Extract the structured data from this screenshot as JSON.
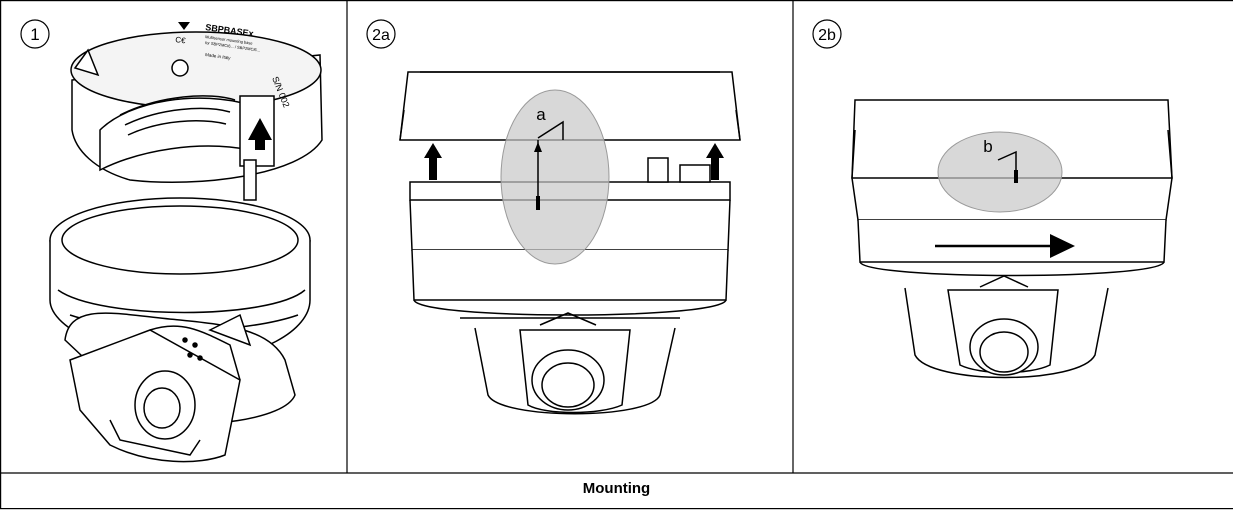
{
  "panels": [
    {
      "step": "1"
    },
    {
      "step": "2a",
      "callout": "a"
    },
    {
      "step": "2b",
      "callout": "b"
    }
  ],
  "device_label": {
    "brand": "SBPBASEx",
    "line2": "Multisensor mounting base",
    "line3": "for SBP2MCI6... / SBP2MCI6...",
    "made": "Made in Italy",
    "ce": "C€",
    "sn": "S/N 002"
  },
  "caption": "Mounting",
  "colors": {
    "line": "#000000",
    "highlight": "#c8c8c8",
    "highlight_stroke": "#9a9a9a"
  }
}
